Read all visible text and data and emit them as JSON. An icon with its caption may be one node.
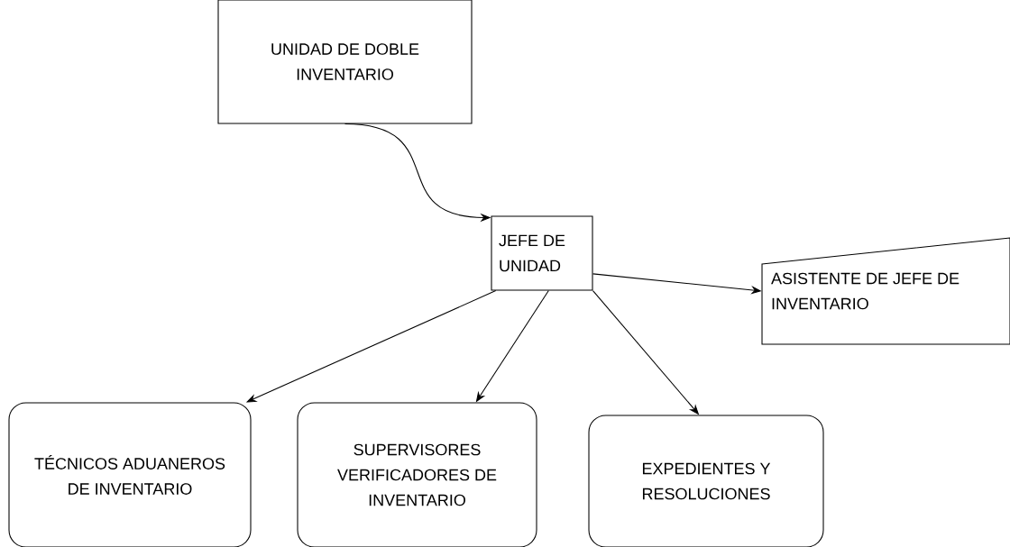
{
  "diagram": {
    "nodes": [
      {
        "text": [
          "UNIDAD DE DOBLE INVENTARIO"
        ]
      },
      {
        "text": [
          "JEFE DE UNIDAD"
        ]
      },
      {
        "text": [
          "ASISTENTE DE  JEFE DE INVENTARIO"
        ]
      },
      {
        "text": [
          "TÉCNICOS ADUANEROS DE INVENTARIO"
        ]
      },
      {
        "text": [
          "SUPERVISORES VERIFICADORES DE INVENTARIO"
        ]
      },
      {
        "text": [
          "EXPEDIENTES Y RESOLUCIONES"
        ]
      }
    ],
    "edges": [
      {
        "from": 0,
        "to": 1,
        "arrow": "to"
      },
      {
        "from": 1,
        "to": 2,
        "arrow": "to"
      },
      {
        "from": 1,
        "to": 3,
        "arrow": "to"
      },
      {
        "from": 1,
        "to": 4,
        "arrow": "to"
      },
      {
        "from": 1,
        "to": 5,
        "arrow": "to"
      }
    ]
  }
}
